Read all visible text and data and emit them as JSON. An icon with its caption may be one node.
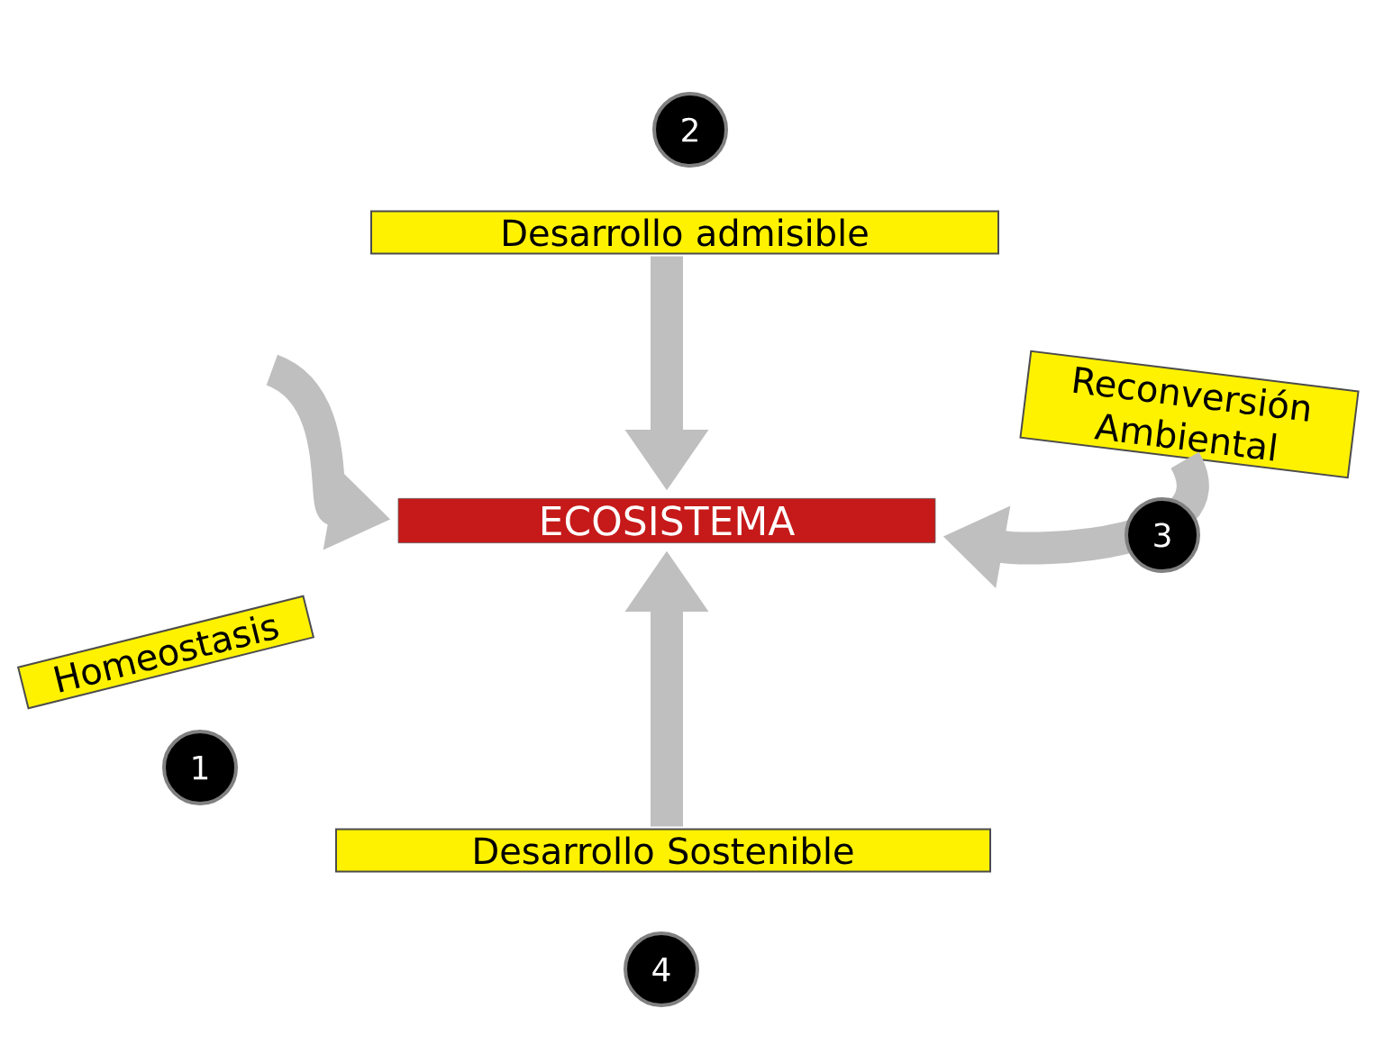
{
  "diagram": {
    "nodes": [
      {
        "text": [
          "ECOSISTEMA"
        ]
      },
      {
        "text": [
          "Desarrollo admisible"
        ],
        "beside": [
          "2"
        ]
      },
      {
        "text": [
          "Reconversión Ambiental"
        ],
        "beside": [
          "3"
        ]
      },
      {
        "text": [
          "Homeostasis"
        ],
        "beside": [
          "1"
        ]
      },
      {
        "text": [
          "Desarrollo Sostenible"
        ],
        "beside": [
          "4"
        ]
      }
    ],
    "edges": [
      {
        "from": 1,
        "to": 0,
        "arrow": "to"
      },
      {
        "from": 4,
        "to": 0,
        "arrow": "to"
      },
      {
        "from": null,
        "to": 0,
        "arrow": "to"
      },
      {
        "from": 2,
        "to": 0,
        "arrow": "to"
      }
    ]
  }
}
